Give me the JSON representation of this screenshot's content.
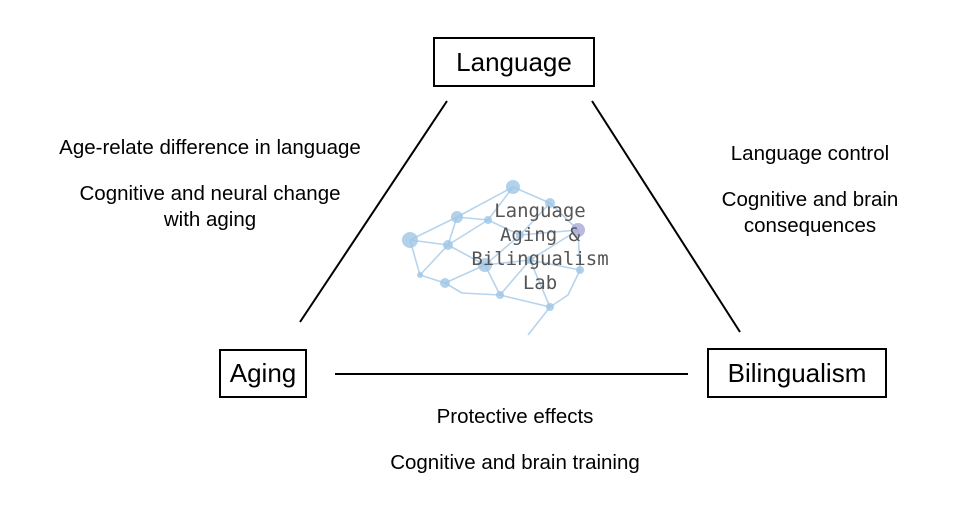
{
  "nodes": {
    "language": "Language",
    "aging": "Aging",
    "bilingualism": "Bilingualism"
  },
  "edge_labels": {
    "language_aging": [
      "Age-relate difference in language",
      "Cognitive and neural change\nwith aging"
    ],
    "language_bilingualism": [
      "Language control",
      "Cognitive and brain\nconsequences"
    ],
    "aging_bilingualism": [
      "Protective effects",
      "Cognitive and brain training"
    ]
  },
  "logo": {
    "lines": [
      "Language",
      "Aging &",
      "Bilingualism",
      "Lab"
    ],
    "network_color": "#9fc6e6",
    "accent_color": "#a7a8d6"
  }
}
